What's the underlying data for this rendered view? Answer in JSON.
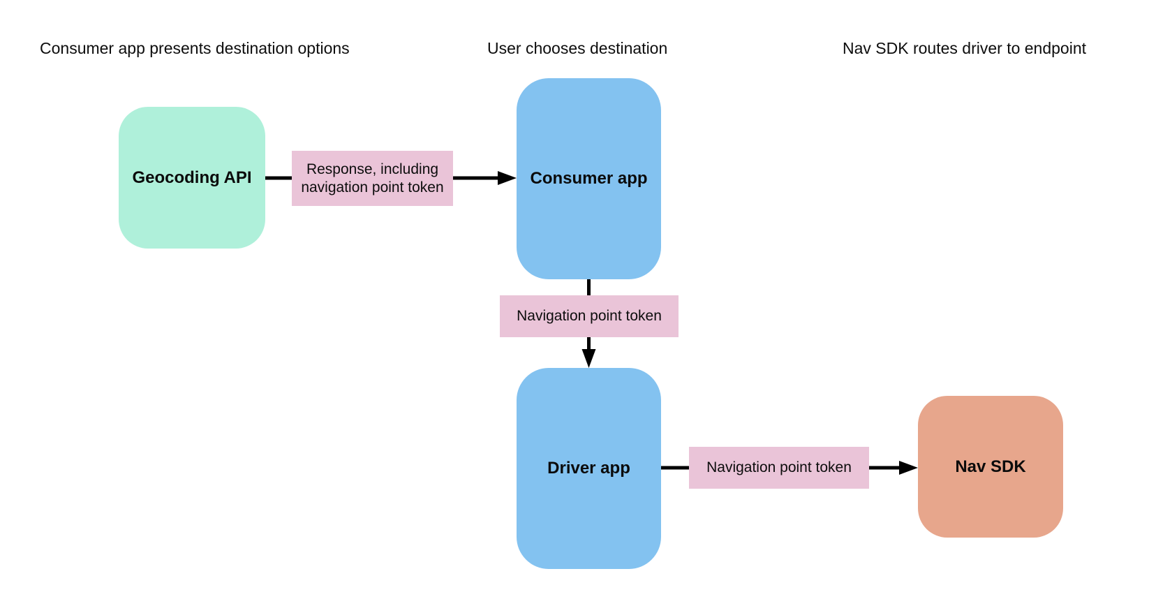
{
  "diagram": {
    "phases": [
      {
        "label": "Consumer app presents destination options"
      },
      {
        "label": "User chooses destination"
      },
      {
        "label": "Nav SDK routes driver to endpoint"
      }
    ],
    "nodes": [
      {
        "id": "geocoding-api",
        "label": "Geocoding API",
        "color": "#aff0da"
      },
      {
        "id": "consumer-app",
        "label": "Consumer app",
        "color": "#83c2f0"
      },
      {
        "id": "driver-app",
        "label": "Driver app",
        "color": "#83c2f0"
      },
      {
        "id": "nav-sdk",
        "label": "Nav SDK",
        "color": "#e7a68c"
      }
    ],
    "edges": [
      {
        "from": "geocoding-api",
        "to": "consumer-app",
        "label": "Response, including navigation point token"
      },
      {
        "from": "consumer-app",
        "to": "driver-app",
        "label": "Navigation point token"
      },
      {
        "from": "driver-app",
        "to": "nav-sdk",
        "label": "Navigation point token"
      }
    ],
    "colors": {
      "background": "#ffffff",
      "node_green": "#aff0da",
      "node_blue": "#83c2f0",
      "node_orange": "#e7a68c",
      "edge_label_pink": "#eac4d8",
      "arrow": "#000000",
      "text": "#0d0d0d"
    }
  }
}
